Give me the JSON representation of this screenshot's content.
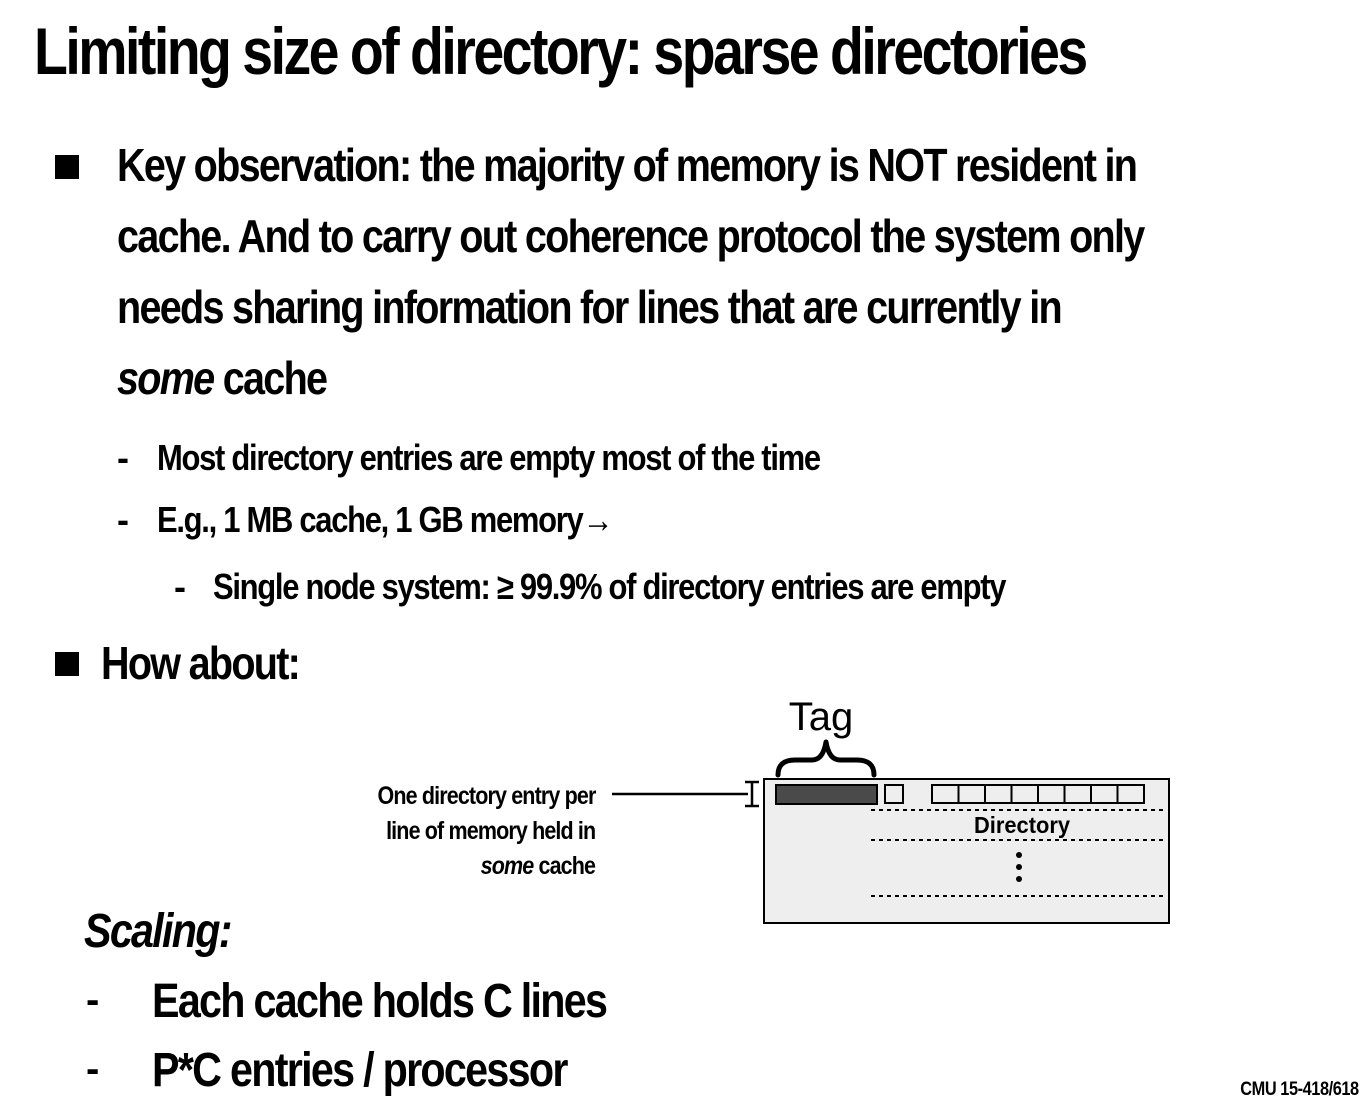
{
  "title": "Limiting size of directory: sparse directories",
  "bullet1": {
    "line1": "Key observation:  the majority of memory is NOT resident in",
    "line2": "cache.  And to carry out coherence protocol the system only",
    "line3": "needs sharing information for lines that are currently in",
    "line4_italic": "some",
    "line4_rest": " cache",
    "sub1": "Most directory entries are empty most of the time",
    "sub2": "E.g., 1 MB cache, 1 GB memory",
    "sub2_arrow": "→",
    "subsub1": "Single node system: ≥ 99.9% of directory entries are empty"
  },
  "bullet2": {
    "label": "How about:"
  },
  "diagram": {
    "tag_label": "Tag",
    "directory_label": "Directory",
    "annotation_line1": "One directory entry per",
    "annotation_line2": "line of memory held in",
    "annotation_line3_italic": "some",
    "annotation_line3_rest": " cache",
    "vertical_dots": "⋮",
    "colors": {
      "tag_fill": "#4a4a4a",
      "box_fill": "#eeeeee",
      "stroke": "#000000"
    }
  },
  "scaling": {
    "heading": "Scaling:",
    "item1": "Each cache holds C lines",
    "item2": "P*C entries / processor"
  },
  "footer": "CMU 15-418/618"
}
